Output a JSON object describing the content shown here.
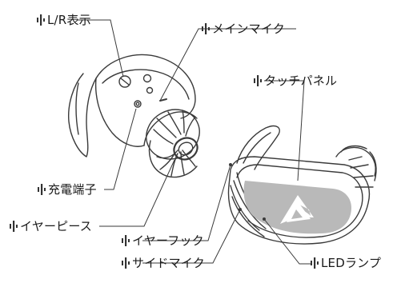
{
  "labels": {
    "lr_indicator": "L/R表示",
    "main_mic": "メインマイク",
    "touch_panel": "タッチパネル",
    "charging_terminal": "充電端子",
    "ear_piece": "イヤーピース",
    "ear_hook": "イヤーフック",
    "side_mic": "サイドマイク",
    "led_lamp": "LEDランプ"
  },
  "colors": {
    "line": "#3a3a3a",
    "panel": "#b9b9b9",
    "logo": "#ffffff"
  },
  "icons": {
    "bullet": "sound-bars-icon",
    "brand": "brand-logo-icon"
  }
}
